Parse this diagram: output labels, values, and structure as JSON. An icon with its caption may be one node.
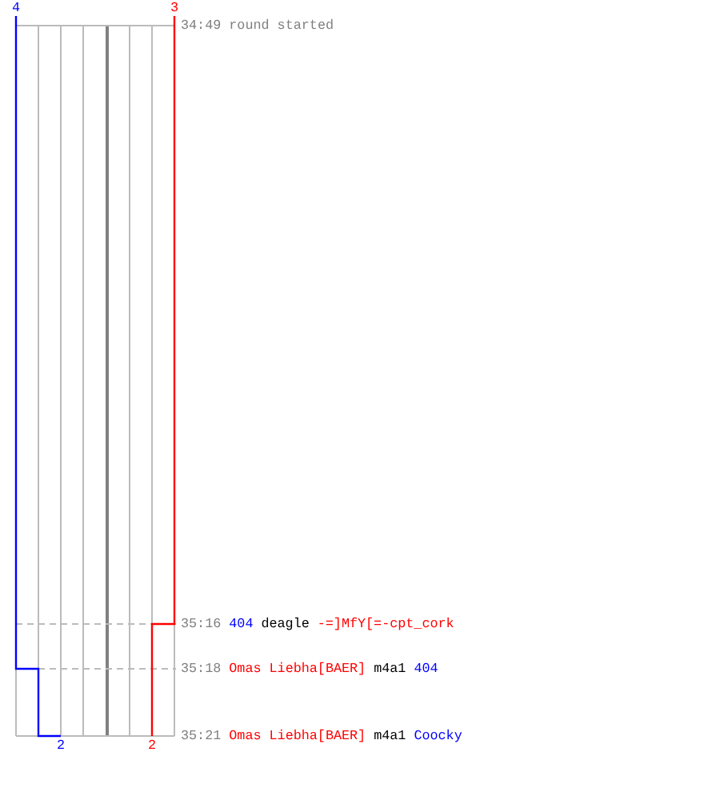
{
  "diagram": {
    "labels": [
      "4",
      "3",
      "34:49 round started",
      "35:16",
      "404",
      "deagle",
      "-=]MfY[=-cpt_cork",
      "35:18",
      "Omas Liebha[BAER]",
      "m4a1",
      "404",
      "35:21",
      "Omas Liebha[BAER]",
      "m4a1",
      "Coocky",
      "2",
      "2"
    ]
  }
}
